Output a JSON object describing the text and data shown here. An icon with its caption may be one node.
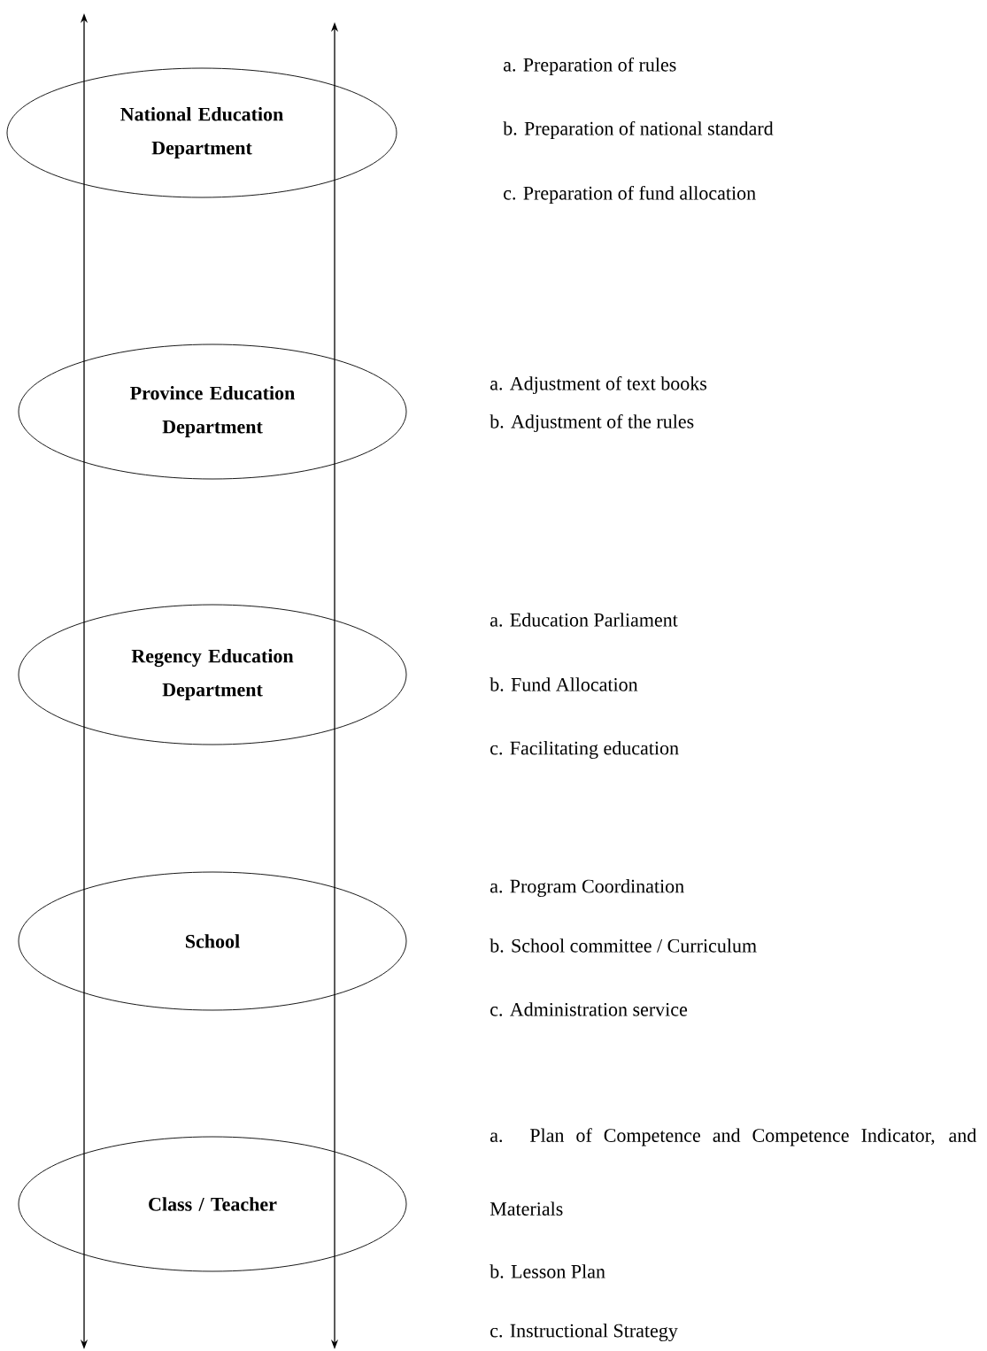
{
  "diagram": {
    "nodes": [
      {
        "text": [
          "National Education Department"
        ]
      },
      {
        "text": [
          "Province Education Department"
        ]
      },
      {
        "text": [
          "Regency Education Department"
        ]
      },
      {
        "text": [
          "School"
        ]
      },
      {
        "text": [
          "Class / Teacher"
        ]
      }
    ],
    "labels": [
      "a. Preparation of rules",
      "b. Preparation of national standard",
      "c. Preparation of fund allocation",
      "a. Adjustment of text books",
      "b. Adjustment of the rules",
      "a. Education Parliament",
      "b. Fund Allocation",
      "c. Facilitating education",
      "a. Program Coordination",
      "b. School committee / Curriculum",
      "c. Administration service",
      "a. Plan of Competence and Competence Indicator, and Materials",
      "b. Lesson Plan",
      "c. Instructional Strategy"
    ]
  }
}
